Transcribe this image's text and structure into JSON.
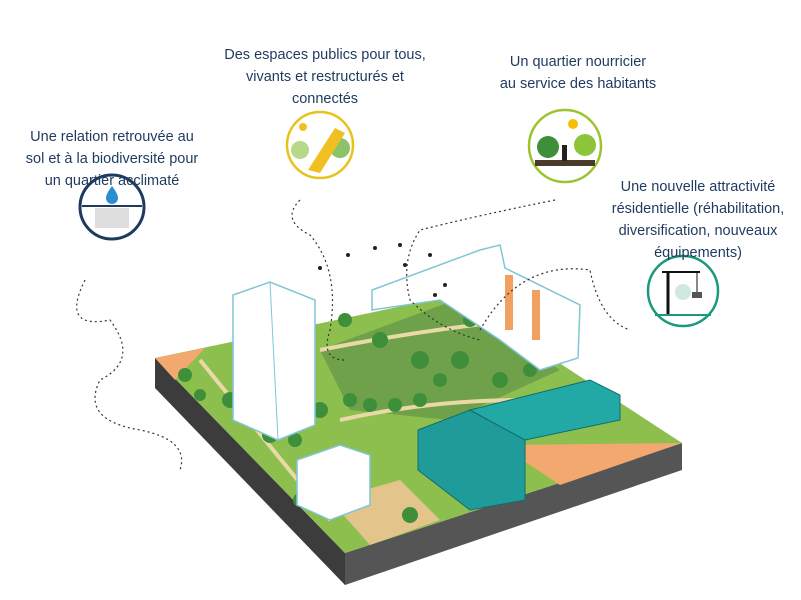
{
  "labels": {
    "public_spaces": [
      "Des espaces publics pour tous,",
      "vivants et restructurés et",
      "connectés"
    ],
    "nourishing": [
      "Un quartier nourricier",
      "au service des habitants"
    ],
    "biodiversity": [
      "Une relation retrouvée au",
      "sol et à la biodiversité pour",
      "un quartier acclimaté"
    ],
    "attractiveness": [
      "Une nouvelle attractivité",
      "résidentielle (réhabilitation,",
      "diversification, nouveaux",
      "équipements)"
    ]
  },
  "icons": {
    "biodiversity": {
      "name": "water-soil-icon",
      "color": "#1f3a5f"
    },
    "public_spaces": {
      "name": "public-space-icon",
      "color": "#e8c21c"
    },
    "nourishing": {
      "name": "urban-farming-icon",
      "color": "#9cc431"
    },
    "attractiveness": {
      "name": "construction-crane-icon",
      "color": "#1a9a7a"
    }
  }
}
